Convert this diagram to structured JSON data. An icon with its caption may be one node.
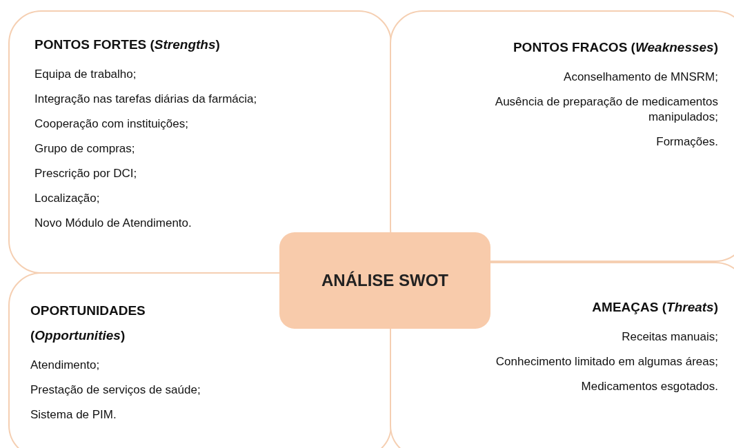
{
  "diagram": {
    "nodes": [
      {
        "text": [
          "PONTOS FORTES (*Strengths*)",
          "Equipa de trabalho;",
          "Integração nas tarefas diárias da farmácia;",
          "Cooperação com instituições;",
          "Grupo de compras;",
          "Prescrição por DCI;",
          "Localização;",
          "Novo Módulo de Atendimento."
        ]
      },
      {
        "text": [
          "PONTOS FRACOS (*Weaknesses*)",
          "Aconselhamento de MNSRM;",
          "Ausência de preparação de medicamentos manipulados;",
          "Formações."
        ]
      },
      {
        "text": [
          "OPORTUNIDADES (*Opportunities*)",
          "Atendimento;",
          "Prestação de serviços de saúde;",
          "Sistema de PIM."
        ]
      },
      {
        "text": [
          "AMEAÇAS (*Threats*)",
          "Receitas manuais;",
          "Conhecimento limitado em algumas áreas;",
          "Medicamentos esgotados."
        ]
      },
      {
        "text": [
          "ANÁLISE SWOT"
        ]
      }
    ]
  }
}
